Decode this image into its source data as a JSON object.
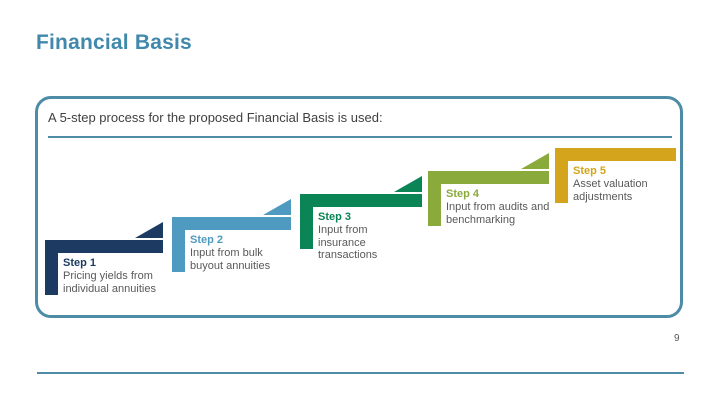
{
  "slide": {
    "title": "Financial Basis",
    "page_number": "9"
  },
  "panel": {
    "intro": "A 5-step process for the proposed Financial Basis is used:"
  },
  "steps": [
    {
      "label": "Step 1",
      "description": "Pricing yields from individual annuities",
      "color": "#1d3b62"
    },
    {
      "label": "Step 2",
      "description": "Input from bulk buyout annuities",
      "color": "#4f9ac1"
    },
    {
      "label": "Step 3",
      "description": "Input from insurance transactions",
      "color": "#0b8456"
    },
    {
      "label": "Step 4",
      "description": "Input from audits and benchmarking",
      "color": "#8baa3c"
    },
    {
      "label": "Step 5",
      "description": "Asset valuation adjustments",
      "color": "#d3a41c"
    }
  ],
  "colors": {
    "accent_teal": "#4e8ca6",
    "title_teal": "#4189ac",
    "body_text": "#595959",
    "intro_text": "#3f3f3f"
  }
}
